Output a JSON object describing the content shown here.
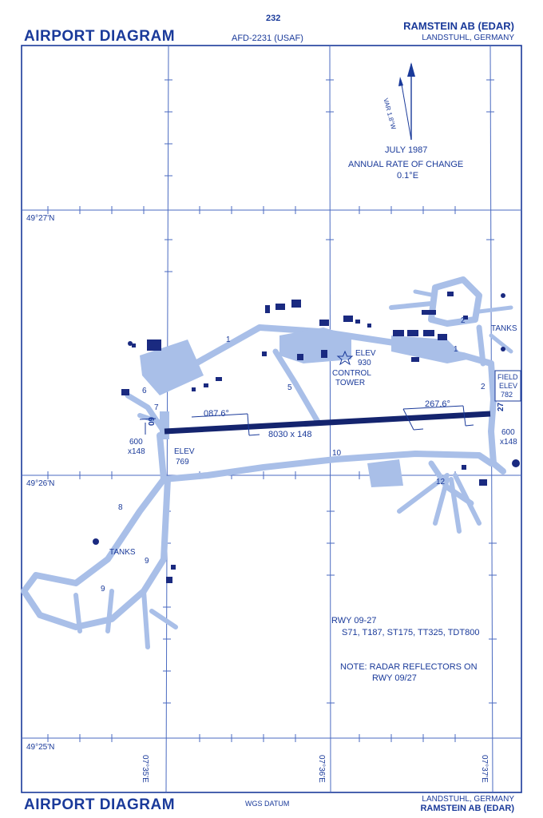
{
  "header": {
    "page_number": "232",
    "title": "AIRPORT DIAGRAM",
    "doc_id": "AFD-2231 (USAF)",
    "airport": "RAMSTEIN AB (EDAR)",
    "location": "LANDSTUHL, GERMANY"
  },
  "footer": {
    "title": "AIRPORT DIAGRAM",
    "datum": "WGS DATUM",
    "location": "LANDSTUHL, GERMANY",
    "airport": "RAMSTEIN AB (EDAR)"
  },
  "magnetic": {
    "var_label": "VAR 1.8°W",
    "date": "JULY 1987",
    "rate_label": "ANNUAL RATE OF CHANGE",
    "rate_value": "0.1°E"
  },
  "grid": {
    "lat": [
      "49°27'N",
      "49°26'N",
      "49°25'N"
    ],
    "lon": [
      "07°35'E",
      "07°36'E",
      "07°37'E"
    ]
  },
  "runway": {
    "designator_west": "09",
    "designator_east": "27",
    "heading_west": "087.6°",
    "heading_east": "267.6°",
    "dimensions": "8030 x 148",
    "overrun_west": "600",
    "overrun_west_width": "x148",
    "overrun_east": "600",
    "overrun_east_width": "x148",
    "elev_label": "ELEV",
    "elev_west": "769"
  },
  "features": {
    "tower_elev_label": "ELEV",
    "tower_elev": "930",
    "tower_label_1": "CONTROL",
    "tower_label_2": "TOWER",
    "field_elev_1": "FIELD",
    "field_elev_2": "ELEV",
    "field_elev_value": "782",
    "tanks_ne": "TANKS",
    "tanks_sw": "TANKS"
  },
  "taxiways": [
    "1",
    "2",
    "5",
    "6",
    "7",
    "8",
    "9",
    "9",
    "10",
    "12",
    "1",
    "2"
  ],
  "notes": {
    "rwy_label": "RWY 09-27",
    "strengths": "S71, T187, ST175, TT325, TDT800",
    "note_1": "NOTE: RADAR REFLECTORS ON",
    "note_2": "RWY 09/27"
  }
}
